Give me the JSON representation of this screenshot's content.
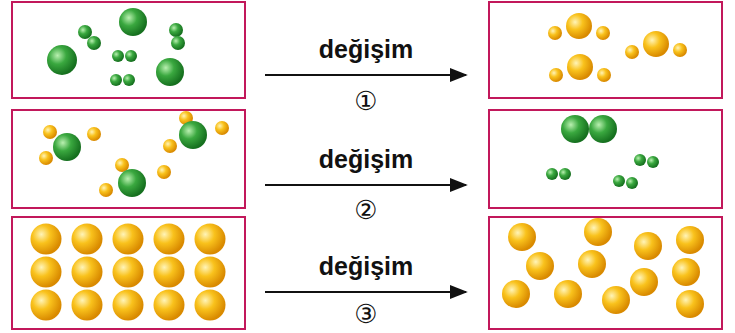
{
  "diagram": {
    "labels": [
      "değişim",
      "①",
      "değişim",
      "②",
      "değişim",
      "③"
    ]
  }
}
